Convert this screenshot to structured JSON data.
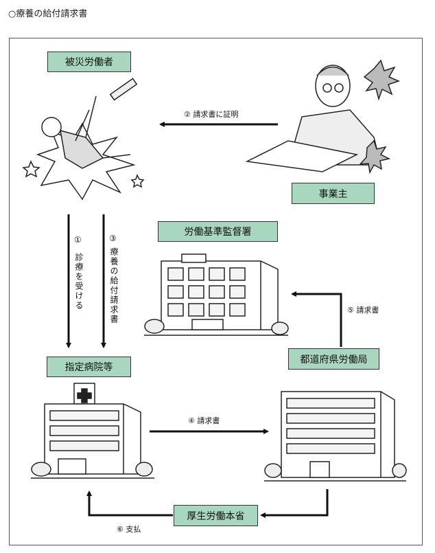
{
  "title": "○療養の給付請求書",
  "nodes": {
    "worker": "被災労働者",
    "employer": "事業主",
    "labor_office": "労働基準監督署",
    "prefectural_bureau": "都道府県労働局",
    "hospital": "指定病院等",
    "ministry": "厚生労働本省"
  },
  "flows": {
    "f1_num": "①",
    "f1_text": "診療を受ける",
    "f2": "② 請求書に証明",
    "f3_num": "③",
    "f3_text": "療養の給付請求書",
    "f4": "④ 請求書",
    "f5": "⑤ 請求書",
    "f6": "⑥ 支払"
  }
}
